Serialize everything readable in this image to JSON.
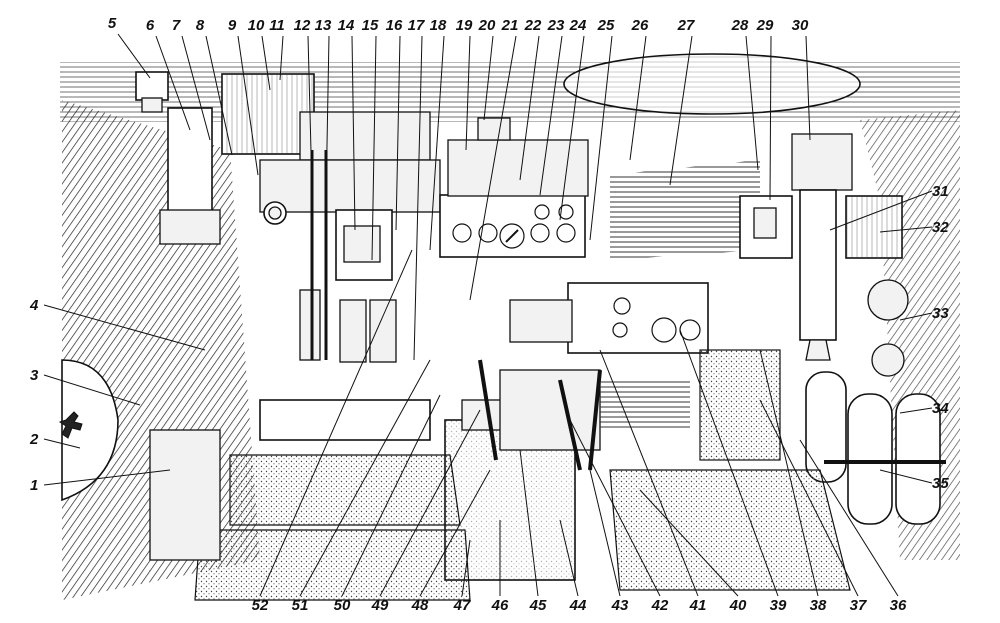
{
  "callouts": [
    {
      "num": "1"
    },
    {
      "num": "2"
    },
    {
      "num": "3"
    },
    {
      "num": "4"
    },
    {
      "num": "5"
    },
    {
      "num": "6"
    },
    {
      "num": "7"
    },
    {
      "num": "8"
    },
    {
      "num": "9"
    },
    {
      "num": "10"
    },
    {
      "num": "11"
    },
    {
      "num": "12"
    },
    {
      "num": "13"
    },
    {
      "num": "14"
    },
    {
      "num": "15"
    },
    {
      "num": "16"
    },
    {
      "num": "17"
    },
    {
      "num": "18"
    },
    {
      "num": "19"
    },
    {
      "num": "20"
    },
    {
      "num": "21"
    },
    {
      "num": "22"
    },
    {
      "num": "23"
    },
    {
      "num": "24"
    },
    {
      "num": "25"
    },
    {
      "num": "26"
    },
    {
      "num": "27"
    },
    {
      "num": "28"
    },
    {
      "num": "29"
    },
    {
      "num": "30"
    },
    {
      "num": "31"
    },
    {
      "num": "32"
    },
    {
      "num": "33"
    },
    {
      "num": "34"
    },
    {
      "num": "35"
    },
    {
      "num": "36"
    },
    {
      "num": "37"
    },
    {
      "num": "38"
    },
    {
      "num": "39"
    },
    {
      "num": "40"
    },
    {
      "num": "41"
    },
    {
      "num": "42"
    },
    {
      "num": "43"
    },
    {
      "num": "44"
    },
    {
      "num": "45"
    },
    {
      "num": "46"
    },
    {
      "num": "47"
    },
    {
      "num": "48"
    },
    {
      "num": "49"
    },
    {
      "num": "50"
    },
    {
      "num": "51"
    },
    {
      "num": "52"
    }
  ]
}
